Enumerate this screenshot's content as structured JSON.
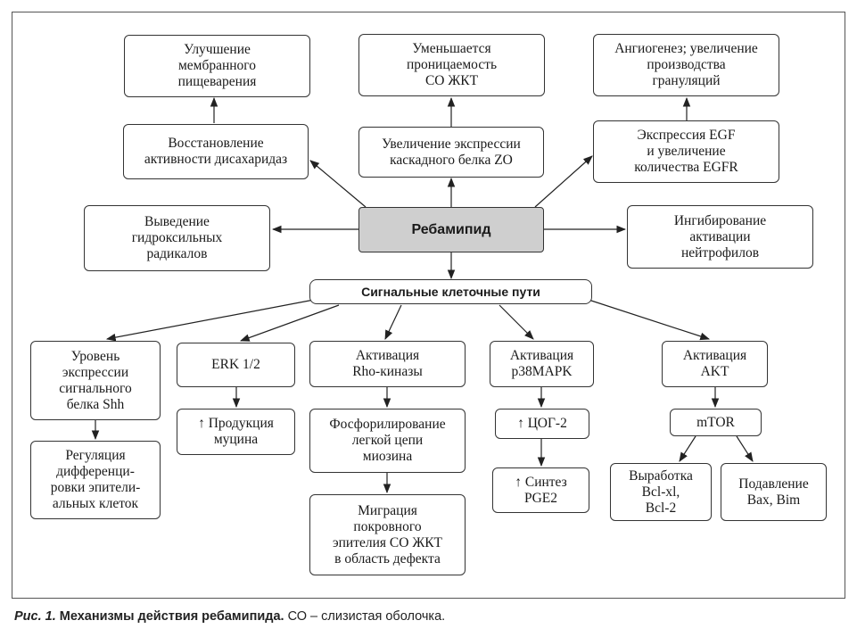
{
  "diagram": {
    "center": "Ребамипид",
    "pathways_header": "Сигнальные клеточные пути",
    "nodes": {
      "membrane_digestion": "Улучшение\nмембранного\nпищеварения",
      "disaccharidase": "Восстановление\nактивности дисахаридаз",
      "permeability": "Уменьшается\nпроницаемость\nСО ЖКТ",
      "zo_expression": "Увеличение экспрессии\nкаскадного белка ZO",
      "angiogenesis": "Ангиогенез; увеличение\nпроизводства\nгрануляций",
      "egf": "Экспрессия EGF\nи увеличение\nколичества EGFR",
      "radicals": "Выведение\nгидроксильных\nрадикалов",
      "neutrophils": "Ингибирование\nактивации\nнейтрофилов",
      "shh": "Уровень\nэкспрессии\nсигнального\nбелка Shh",
      "differentiation": "Регуляция\nдифференци-\nровки эпители-\nальных клеток",
      "erk": "ERK 1/2",
      "mucin": "↑ Продукция\nмуцина",
      "rho": "Активация\nRho-киназы",
      "myosin": "Фосфорилирование\nлегкой цепи\nмиозина",
      "migration": "Миграция\nпокровного\nэпителия СО ЖКТ\nв область дефекта",
      "p38": "Активация\np38MAPK",
      "cox2": "↑ ЦОГ-2",
      "pge2": "↑ Синтез\nPGE2",
      "akt": "Активация\nAKT",
      "mtor": "mTOR",
      "bcl": "Выработка\nBcl-xl,\nBcl-2",
      "bax": "Подавление\nBax, Bim"
    }
  },
  "caption": {
    "fig_label": "Рис. 1.",
    "title": "Механизмы действия ребамипида.",
    "note": "СО – слизистая оболочка."
  }
}
